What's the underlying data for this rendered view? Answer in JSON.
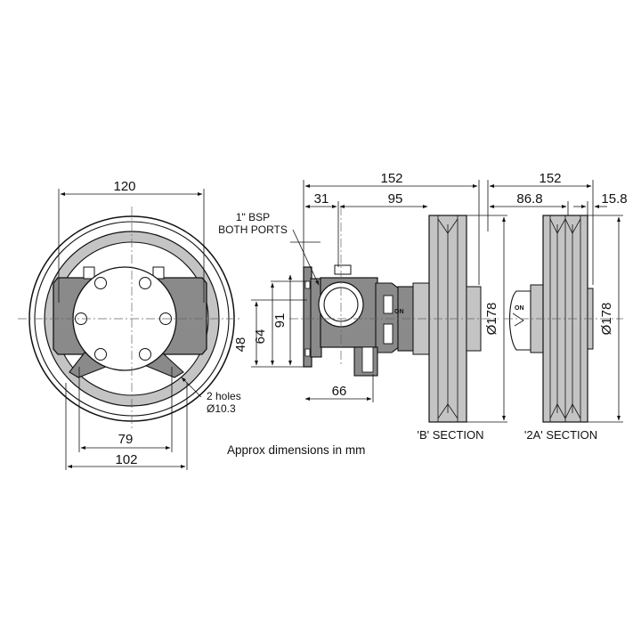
{
  "dimensions": {
    "front_width": "120",
    "front_hole_spacing": "79",
    "front_base_width": "102",
    "side_total_length": "152",
    "side_port_offset": "31",
    "side_pulley_offset": "95",
    "side_height_48": "48",
    "side_height_64": "64",
    "side_height_91": "91",
    "side_foot_length": "66",
    "pulley_b_diameter": "Ø178",
    "section_total_length": "152",
    "section_86_8": "86.8",
    "section_15_8": "15.8",
    "pulley_2a_diameter": "Ø178"
  },
  "labels": {
    "bsp_line1": "1\" BSP",
    "bsp_line2": "BOTH PORTS",
    "holes_line1": "2 holes",
    "holes_line2": "Ø10.3",
    "on_label_side": "ON",
    "on_label_section": "ON"
  },
  "sections": {
    "b_section": "'B' SECTION",
    "a2_section": "'2A' SECTION"
  },
  "note": "Approx dimensions in mm",
  "colors": {
    "body_fill": "#8a8a8a",
    "pulley_fill": "#c4c4c4",
    "bolt_fill": "#ffffff"
  }
}
